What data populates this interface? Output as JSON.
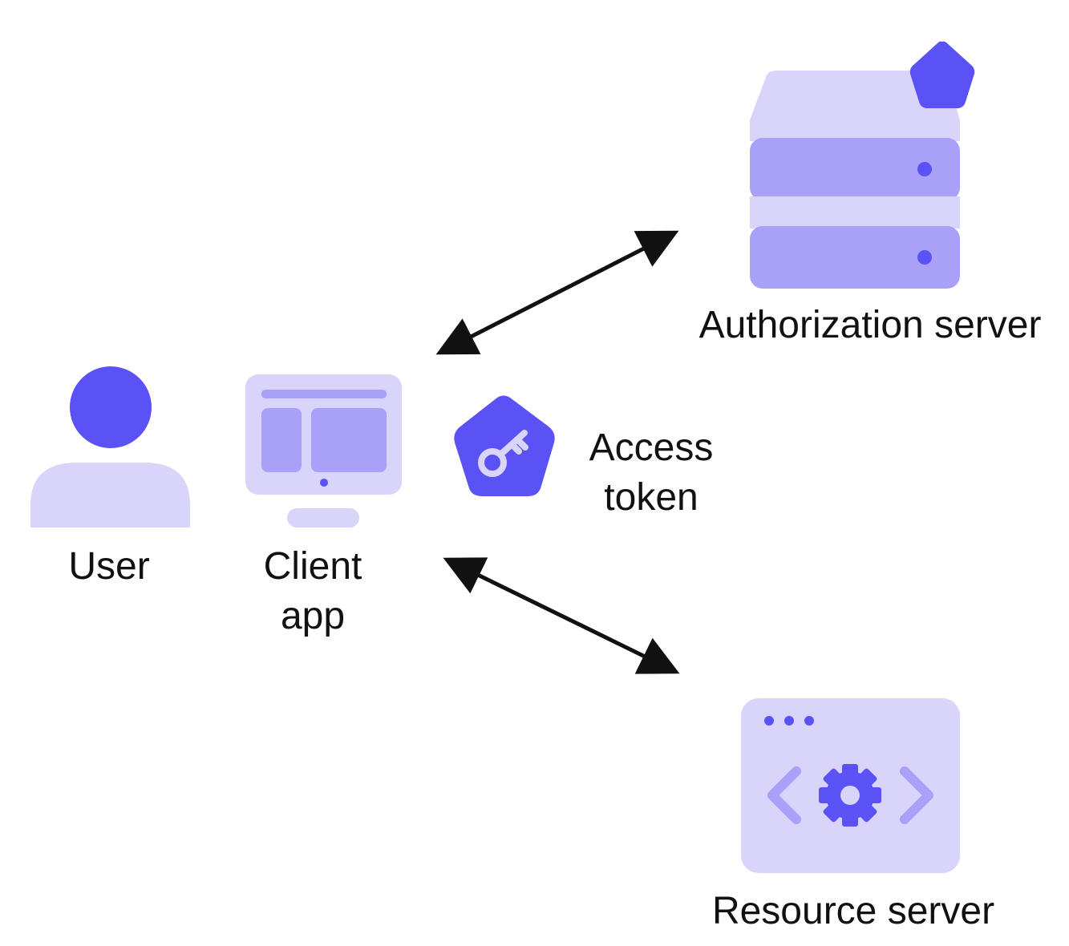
{
  "colors": {
    "light": "#d8d4fa",
    "medium": "#a9a1f7",
    "accent": "#5b52f5",
    "arrow": "#111111",
    "text": "#111111",
    "background": "#ffffff"
  },
  "nodes": {
    "user": {
      "label": "User",
      "icon": "user-icon"
    },
    "client_app": {
      "label_line1": "Client",
      "label_line2": "app",
      "icon": "monitor-icon"
    },
    "access_token": {
      "label_line1": "Access",
      "label_line2": "token",
      "icon": "key-badge-icon"
    },
    "authorization_server": {
      "label": "Authorization server",
      "icon": "server-stack-icon",
      "badge_icon": "pentagon-badge-icon"
    },
    "resource_server": {
      "label": "Resource server",
      "icon": "code-settings-window-icon"
    }
  },
  "edges": [
    {
      "from": "client_app",
      "to": "authorization_server",
      "direction": "bidirectional"
    },
    {
      "from": "client_app",
      "to": "resource_server",
      "direction": "bidirectional"
    }
  ]
}
